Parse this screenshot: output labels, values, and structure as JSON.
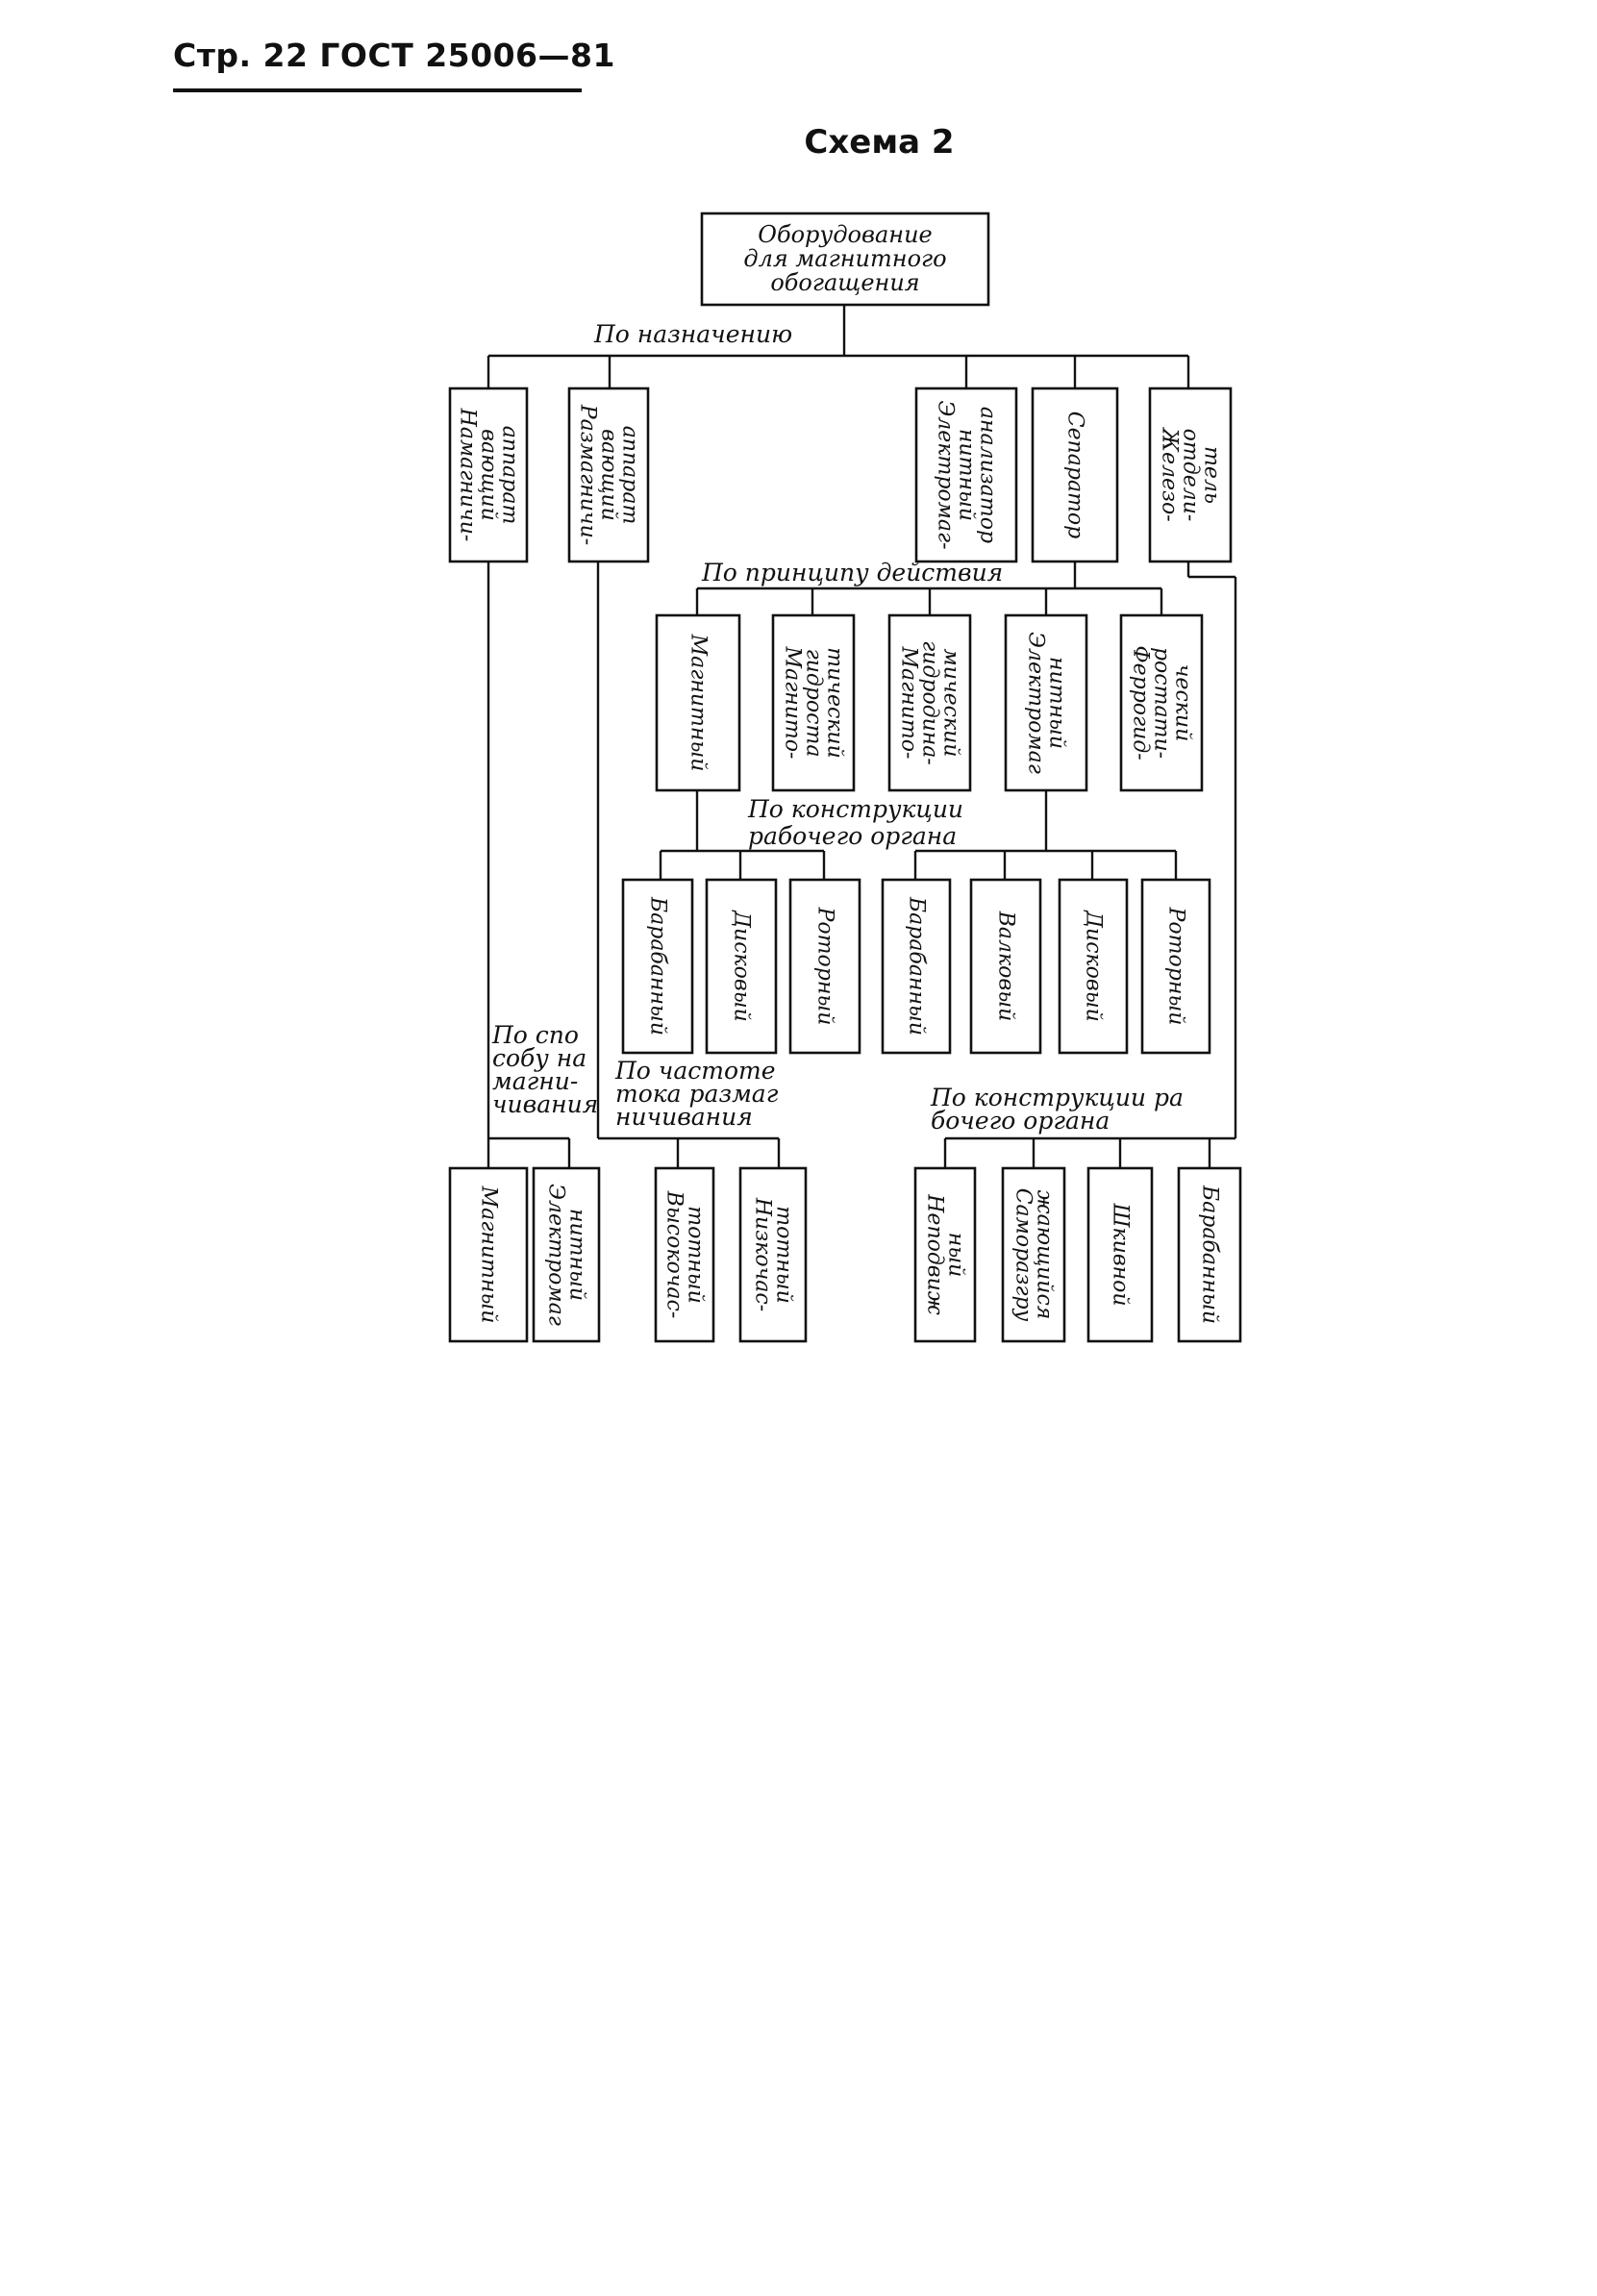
{
  "header": {
    "text": "Стр. 22 ГОСТ 25006—81"
  },
  "scheme_title": "Схема 2",
  "diagram": {
    "root": [
      "Оборудование",
      "для магнитного",
      "обогащения"
    ],
    "labels": {
      "by_purpose": [
        "По назначению"
      ],
      "by_principle": [
        "По принципу действия"
      ],
      "by_design_top": [
        "По конструкции",
        "рабочего органа"
      ],
      "by_magnetization": [
        "По спо",
        "собу на",
        "магни-",
        "чивания"
      ],
      "by_frequency": [
        "По частоте",
        "тока размаг",
        "ничивания"
      ],
      "by_design_bottom": [
        "По конструкции ра",
        "бочего органа"
      ]
    },
    "level1": [
      [
        "Намагничи-",
        "вающий",
        "аппарат"
      ],
      [
        "Размагничи-",
        "вающий",
        "аппарат"
      ],
      [
        "Электромаг-",
        "нитный",
        "анализатор"
      ],
      [
        "Сепаратор"
      ],
      [
        "Железо-",
        "отдели-",
        "тель"
      ]
    ],
    "level2": [
      [
        "Магнитный"
      ],
      [
        "Магнито-",
        "гидроста",
        "тический"
      ],
      [
        "Магнито-",
        "гидродина-",
        "мический"
      ],
      [
        "Электромаг",
        "нитный"
      ],
      [
        "Феррогид-",
        "ростати-",
        "ческий"
      ]
    ],
    "level3": [
      [
        "Барабанный"
      ],
      [
        "Дисковый"
      ],
      [
        "Роторный"
      ],
      [
        "Барабанный"
      ],
      [
        "Валковый"
      ],
      [
        "Дисковый"
      ],
      [
        "Роторный"
      ]
    ],
    "level4": [
      [
        "Магнитный"
      ],
      [
        "Электромаг",
        "нитный"
      ],
      [
        "Высокочас-",
        "тотный"
      ],
      [
        "Низкочас-",
        "тотный"
      ],
      [
        "Неподвиж",
        "ный"
      ],
      [
        "Саморазгру",
        "жающийся"
      ],
      [
        "Шкивной"
      ],
      [
        "Барабанный"
      ]
    ]
  }
}
